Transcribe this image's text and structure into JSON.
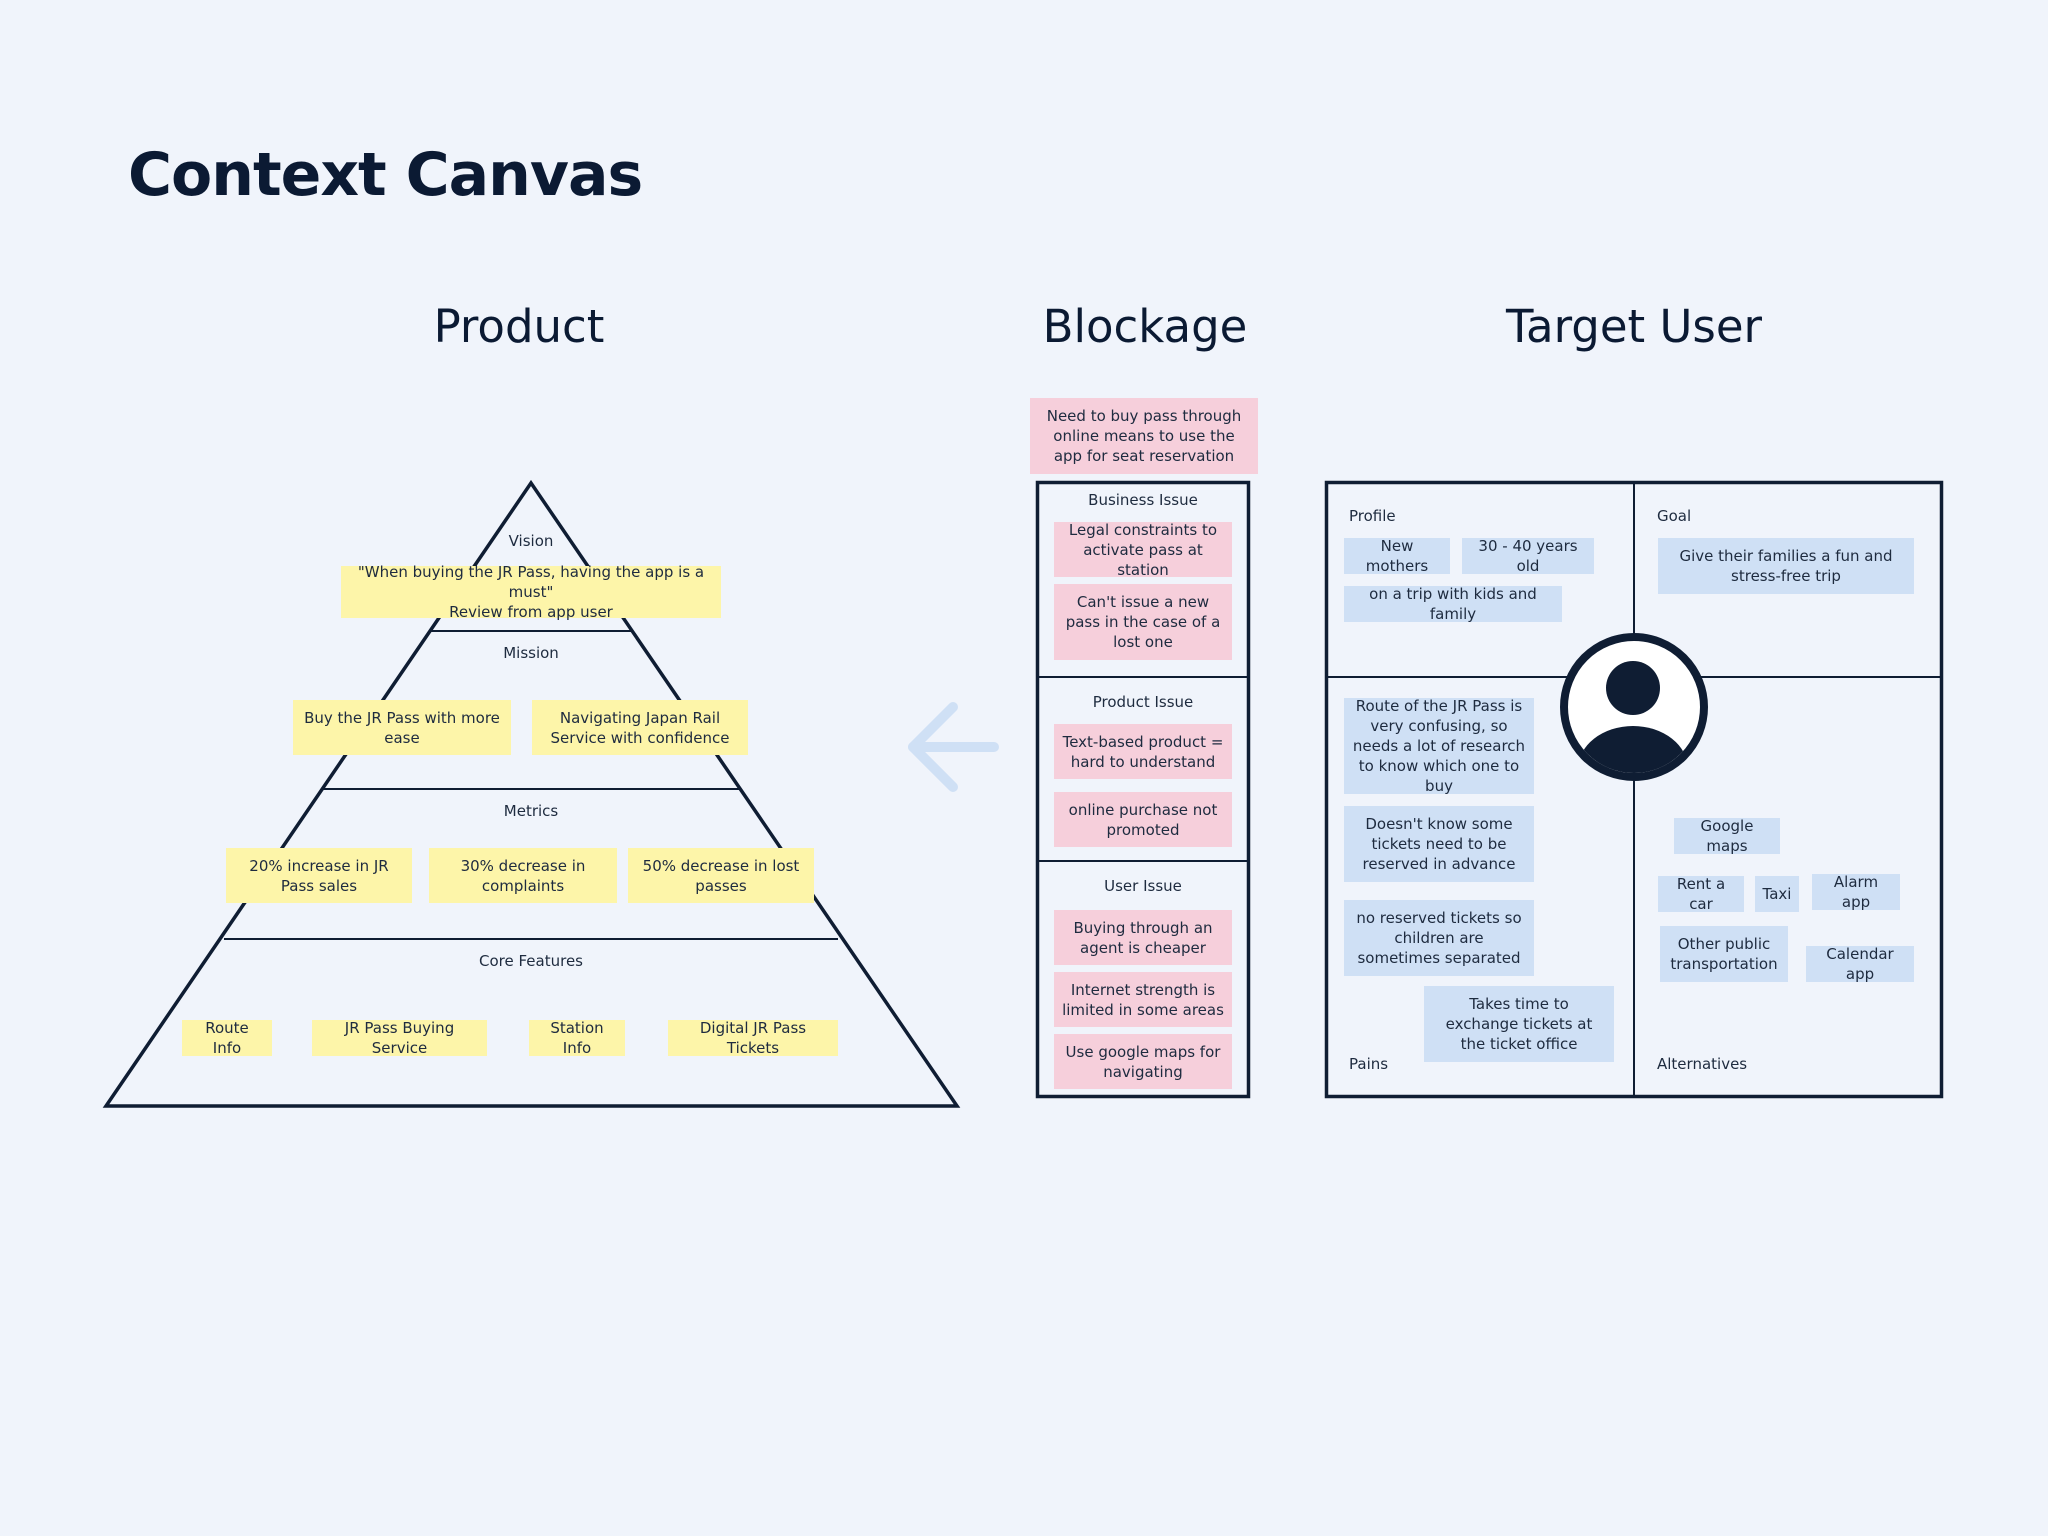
{
  "page_title": "Context Canvas",
  "sections": {
    "product": "Product",
    "blockage": "Blockage",
    "target_user": "Target User"
  },
  "pyramid": {
    "vision": {
      "label": "Vision",
      "notes": [
        "\"When buying the JR Pass, having the app is a must\"\nReview from app user"
      ]
    },
    "mission": {
      "label": "Mission",
      "notes": [
        "Buy the JR Pass with more ease",
        "Navigating Japan Rail Service with confidence"
      ]
    },
    "metrics": {
      "label": "Metrics",
      "notes": [
        "20% increase in JR Pass sales",
        "30% decrease in complaints",
        "50% decrease in lost passes"
      ]
    },
    "core_features": {
      "label": "Core Features",
      "notes": [
        "Route Info",
        "JR Pass Buying Service",
        "Station Info",
        "Digital JR Pass Tickets"
      ]
    }
  },
  "blockage": {
    "top_note": "Need to buy pass through online means to use the app for seat reservation",
    "business": {
      "label": "Business Issue",
      "notes": [
        "Legal constraints to activate pass at station",
        "Can't issue a new pass in the case of a lost one"
      ]
    },
    "product": {
      "label": "Product Issue",
      "notes": [
        "Text-based product = hard to understand",
        "online purchase not promoted"
      ]
    },
    "user": {
      "label": "User Issue",
      "notes": [
        "Buying through an agent is cheaper",
        "Internet strength is limited in some areas",
        "Use google maps for navigating"
      ]
    }
  },
  "target_user": {
    "profile": {
      "label": "Profile",
      "notes": [
        "New mothers",
        "30 - 40 years old",
        "on a  trip with kids and family"
      ]
    },
    "goal": {
      "label": "Goal",
      "notes": [
        "Give their families a fun and stress-free trip"
      ]
    },
    "pains": {
      "label": "Pains",
      "notes": [
        "Route of the JR Pass is very confusing, so needs a lot of research to know which one to buy",
        "Doesn't know some tickets need to be reserved in advance",
        "no reserved tickets so children are sometimes separated",
        "Takes time to exchange tickets at the ticket office"
      ]
    },
    "alternatives": {
      "label": "Alternatives",
      "notes": [
        "Google maps",
        "Rent a car",
        "Taxi",
        "Alarm app",
        "Other public transportation",
        "Calendar app"
      ]
    }
  },
  "colors": {
    "yellow": "#fdf5a9",
    "pink": "#f6cfdb",
    "blue": "#cfe0f5",
    "line": "#0f1d33",
    "arrow": "#cfe0f5"
  },
  "icons": {
    "arrow": "arrow-left-icon",
    "user": "user-avatar-icon"
  }
}
